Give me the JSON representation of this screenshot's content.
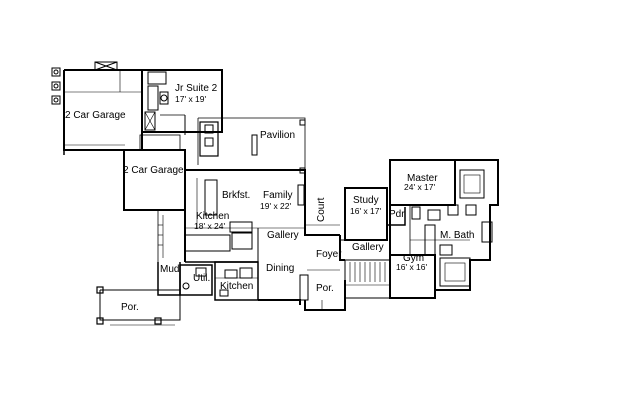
{
  "rooms": {
    "jr_suite": {
      "name": "Jr Suite 2",
      "dims": "17' x 19'"
    },
    "garage_left": {
      "name": "2 Car Garage"
    },
    "garage_right": {
      "name": "2 Car Garage"
    },
    "pavilion": {
      "name": "Pavilion"
    },
    "brkfst": {
      "name": "Brkfst."
    },
    "family": {
      "name": "Family",
      "dims": "19' x 22'"
    },
    "kitchen": {
      "name": "Kitchen",
      "dims": "18' x 24'"
    },
    "court": {
      "name": "Court"
    },
    "study": {
      "name": "Study",
      "dims": "16' x 17'"
    },
    "master": {
      "name": "Master",
      "dims": "24' x 17'"
    },
    "pdr": {
      "name": "Pdr"
    },
    "m_bath": {
      "name": "M. Bath"
    },
    "gallery_left": {
      "name": "Gallery"
    },
    "gallery_right": {
      "name": "Gallery"
    },
    "foyer": {
      "name": "Foyer"
    },
    "gym": {
      "name": "Gym",
      "dims": "16' x 16'"
    },
    "dining": {
      "name": "Dining"
    },
    "mud": {
      "name": "Mud"
    },
    "util": {
      "name": "Util."
    },
    "kitchen2": {
      "name": "Kitchen"
    },
    "porch_right": {
      "name": "Por."
    },
    "porch_left": {
      "name": "Por."
    }
  }
}
